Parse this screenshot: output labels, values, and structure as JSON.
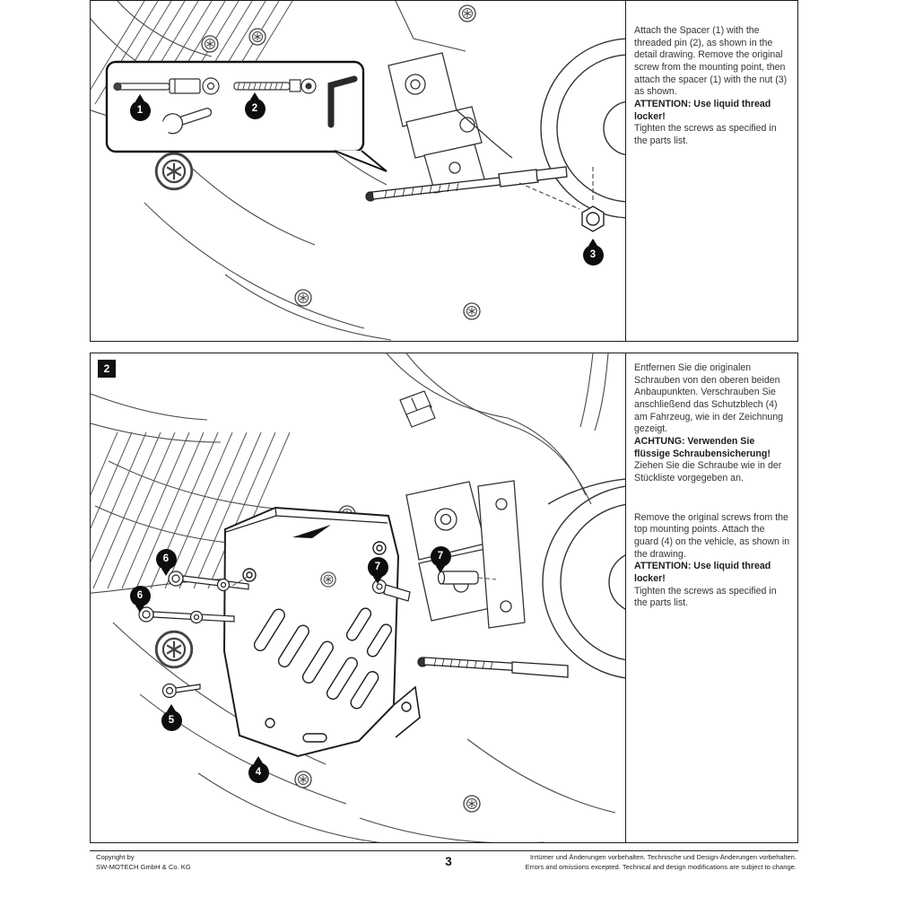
{
  "step1": {
    "instructions": {
      "body": "Attach the Spacer (1) with the threaded pin (2), as shown in the detail drawing. Remove the original screw from the mounting point, then attach the spacer (1) with the nut (3) as shown.",
      "attention": "ATTENTION: Use liquid thread locker!",
      "tighten": "Tighten the screws as specified in the parts list."
    },
    "callouts": [
      "1",
      "2",
      "3"
    ]
  },
  "step2": {
    "label": "2",
    "instructions_de": {
      "body": "Entfernen Sie die originalen Schrauben von den oberen beiden Anbaupunkten. Verschrauben Sie anschließend das Schutzblech (4) am Fahrzeug, wie in der Zeichnung gezeigt.",
      "attention": "ACHTUNG: Verwenden Sie flüssige Schraubensicherung!",
      "tighten": "Ziehen Sie die Schraube wie in der Stückliste vorgegeben an."
    },
    "instructions_en": {
      "body": "Remove the original screws from the top mounting points. Attach the guard (4) on the vehicle, as shown in the drawing.",
      "attention": "ATTENTION: Use liquid thread locker!",
      "tighten": "Tighten the screws as specified in the parts list."
    },
    "callouts": [
      "6",
      "6",
      "5",
      "4",
      "7",
      "7"
    ]
  },
  "footer": {
    "copyright_line1": "Copyright by",
    "copyright_line2": "SW-MOTECH GmbH & Co. KG",
    "page_number": "3",
    "disclaimer_de": "Irrtümer und Änderungen vorbehalten. Technische und Design-Änderungen vorbehalten.",
    "disclaimer_en": "Errors and omissions excepted. Technical and design modifications are subject to change."
  }
}
